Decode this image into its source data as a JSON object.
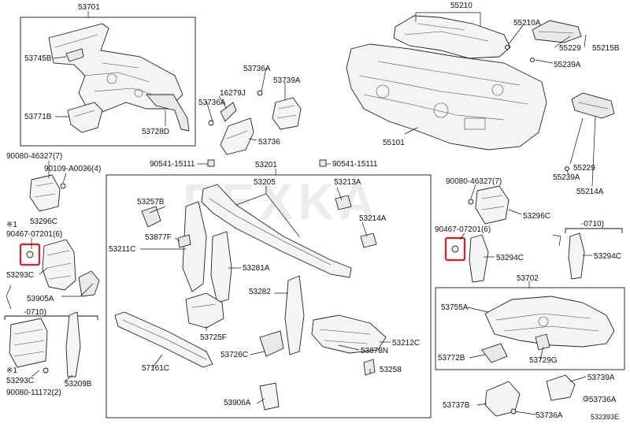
{
  "watermark": "PEXKA",
  "diagram_code": "532393E",
  "labels": {
    "p53701": "53701",
    "p53745B": "53745B",
    "p53771B": "53771B",
    "p53728D": "53728D",
    "p53736A_1": "53736A",
    "p53736A_2": "53736A",
    "p16279J": "16279J",
    "p53739A_1": "53739A",
    "p53736": "53736",
    "p55210": "55210",
    "p55210A": "55210A",
    "p55229_1": "55229",
    "p55215B": "55215B",
    "p55239A_1": "55239A",
    "p55101": "55101",
    "p55229_2": "55229",
    "p55239A_2": "55239A",
    "p55214A": "55214A",
    "p90080_46327_l": "90080-46327(7)",
    "p90109_A0036": "90109-A0036(4)",
    "p53296C_l": "53296C",
    "mark1_l": "※1",
    "p90467_07201_l": "90467-07201(6)",
    "p53293C_1": "53293C",
    "p53905A": "53905A",
    "p0710_l": "-0710)",
    "mark1_b": "※1",
    "p53293C_2": "53293C",
    "p90080_11172": "90080-11172(2)",
    "p53209B": "53209B",
    "p90541_15111_l": "90541-15111",
    "p53201": "53201",
    "p90541_15111_r": "90541-15111",
    "p53205": "53205",
    "p53213A": "53213A",
    "p53257B": "53257B",
    "p53214A": "53214A",
    "p53877F": "53877F",
    "p53211C": "53211C",
    "p53281A": "53281A",
    "p53282": "53282",
    "p53725F": "53725F",
    "p53212C": "53212C",
    "p53878N": "53878N",
    "p53726C": "53726C",
    "p57161C": "57161C",
    "p53258": "53258",
    "p53906A": "53906A",
    "p90080_46327_r": "90080-46327(7)",
    "p53296C_r": "53296C",
    "p90467_07201_r": "90467-07201(6)",
    "p53294C_1": "53294C",
    "p0710_r": "-0710)",
    "p53294C_2": "53294C",
    "p53702": "53702",
    "p53755A": "53755A",
    "p53772B": "53772B",
    "p53729G": "53729G",
    "p53739A_2": "53739A",
    "p53736A_3": "53736A",
    "p53737B": "53737B",
    "p53736A_4": "53736A"
  }
}
